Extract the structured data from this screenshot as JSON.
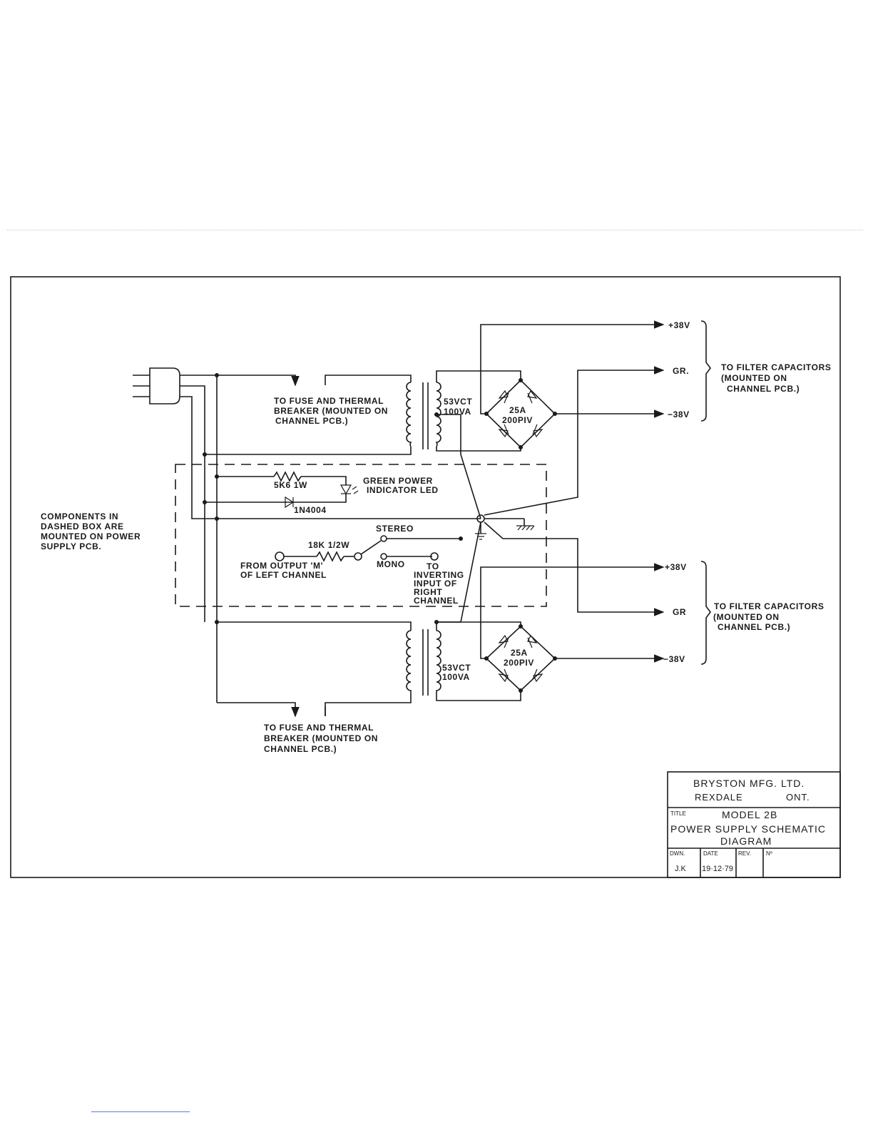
{
  "notes": {
    "pcb_note": [
      "COMPONENTS IN",
      "DASHED BOX ARE",
      "MOUNTED ON POWER",
      "SUPPLY PCB."
    ],
    "fuse_top": [
      "TO FUSE AND THERMAL",
      "BREAKER (MOUNTED ON",
      "CHANNEL PCB.)"
    ],
    "fuse_bottom": [
      "TO FUSE AND THERMAL",
      "BREAKER (MOUNTED ON",
      "CHANNEL PCB.)"
    ]
  },
  "transformers": {
    "top": [
      "53VCT",
      "100VA"
    ],
    "bottom": [
      "53VCT",
      "100VA"
    ]
  },
  "bridges": {
    "top": [
      "25A",
      "200PIV"
    ],
    "bottom": [
      "25A",
      "200PIV"
    ]
  },
  "outputs": {
    "top": {
      "plus": "+38V",
      "gnd": "GR.",
      "minus": "−38V",
      "dest": [
        "TO FILTER CAPACITORS",
        "(MOUNTED ON",
        "CHANNEL PCB.)"
      ]
    },
    "bottom": {
      "plus": "+38V",
      "gnd": "GR",
      "minus": "−38V",
      "dest": [
        "TO FILTER CAPACITORS",
        "(MOUNTED ON",
        "CHANNEL PCB.)"
      ]
    }
  },
  "pcb": {
    "resistor1": "5K6 1W",
    "led": [
      "GREEN POWER",
      "INDICATOR LED"
    ],
    "diode": "1N4004",
    "resistor2": "18K 1/2W",
    "stereo": "STEREO",
    "mono": "MONO",
    "from_output": [
      "FROM OUTPUT 'M'",
      "OF LEFT CHANNEL"
    ],
    "to_input": [
      "TO",
      "INVERTING",
      "INPUT OF",
      "RIGHT",
      "CHANNEL"
    ]
  },
  "title_block": {
    "company": "BRYSTON   MFG. LTD.",
    "city": "REXDALE",
    "province": "ONT.",
    "title_label": "TITLE",
    "title": "MODEL 2B",
    "subtitle": "POWER SUPPLY SCHEMATIC",
    "subtitle2": "DIAGRAM",
    "dwn_label": "DWN.",
    "date_label": "DATE",
    "rev_label": "REV.",
    "no_label": "Nº",
    "dwn": "J.K",
    "date": "19·12·79",
    "rev": "",
    "no": ""
  }
}
